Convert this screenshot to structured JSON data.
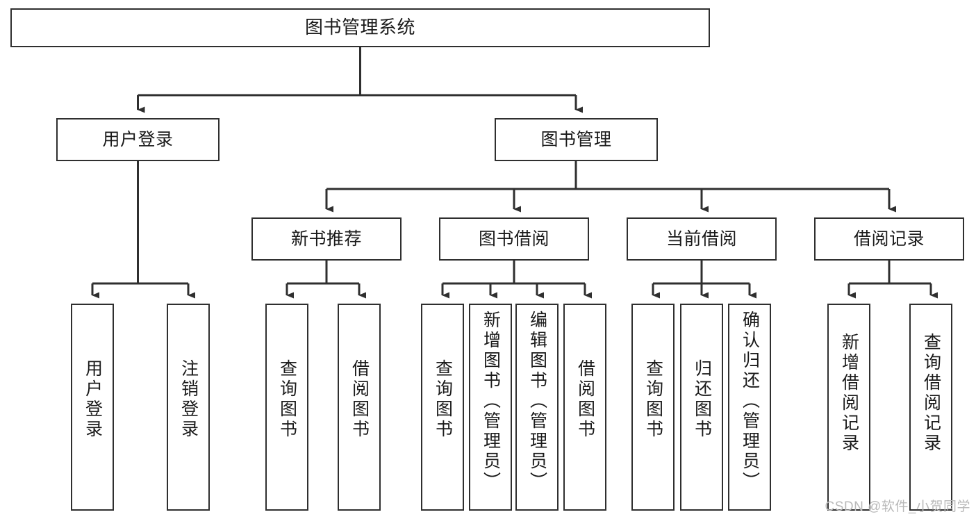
{
  "diagram": {
    "type": "tree-hierarchy",
    "title": "图书管理系统",
    "root": {
      "id": "root",
      "label": "图书管理系统"
    },
    "level2": [
      {
        "id": "user-login",
        "label": "用户登录"
      },
      {
        "id": "book-management",
        "label": "图书管理"
      }
    ],
    "level3": [
      {
        "id": "new-book-recommend",
        "label": "新书推荐",
        "parent": "book-management"
      },
      {
        "id": "book-borrow",
        "label": "图书借阅",
        "parent": "book-management"
      },
      {
        "id": "current-borrow",
        "label": "当前借阅",
        "parent": "book-management"
      },
      {
        "id": "borrow-record",
        "label": "借阅记录",
        "parent": "book-management"
      }
    ],
    "leaves": [
      {
        "id": "leaf-user-login",
        "label": "用户登录",
        "parent": "user-login"
      },
      {
        "id": "leaf-logout-login",
        "label": "注销登录",
        "parent": "user-login"
      },
      {
        "id": "leaf-query-book-1",
        "label": "查询图书",
        "parent": "new-book-recommend"
      },
      {
        "id": "leaf-borrow-book-1",
        "label": "借阅图书",
        "parent": "new-book-recommend"
      },
      {
        "id": "leaf-query-book-2",
        "label": "查询图书",
        "parent": "book-borrow"
      },
      {
        "id": "leaf-add-book",
        "label": "新增图书（管理员）",
        "parent": "book-borrow"
      },
      {
        "id": "leaf-edit-book",
        "label": "编辑图书（管理员）",
        "parent": "book-borrow"
      },
      {
        "id": "leaf-borrow-book-2",
        "label": "借阅图书",
        "parent": "book-borrow"
      },
      {
        "id": "leaf-query-book-3",
        "label": "查询图书",
        "parent": "current-borrow"
      },
      {
        "id": "leaf-return-book",
        "label": "归还图书",
        "parent": "current-borrow"
      },
      {
        "id": "leaf-confirm-return",
        "label": "确认归还（管理员）",
        "parent": "current-borrow"
      },
      {
        "id": "leaf-add-borrow-record",
        "label": "新增借阅记录",
        "parent": "borrow-record"
      },
      {
        "id": "leaf-query-borrow-record",
        "label": "查询借阅记录",
        "parent": "borrow-record"
      }
    ],
    "colors": {
      "box_border": "#2f2f2f",
      "box_fill": "#ffffff",
      "connector": "#2f2f2f",
      "text": "#1a1a1a",
      "watermark": "#b9b9b9"
    }
  },
  "watermark": {
    "text": "CSDN @软件_小贺同学"
  }
}
